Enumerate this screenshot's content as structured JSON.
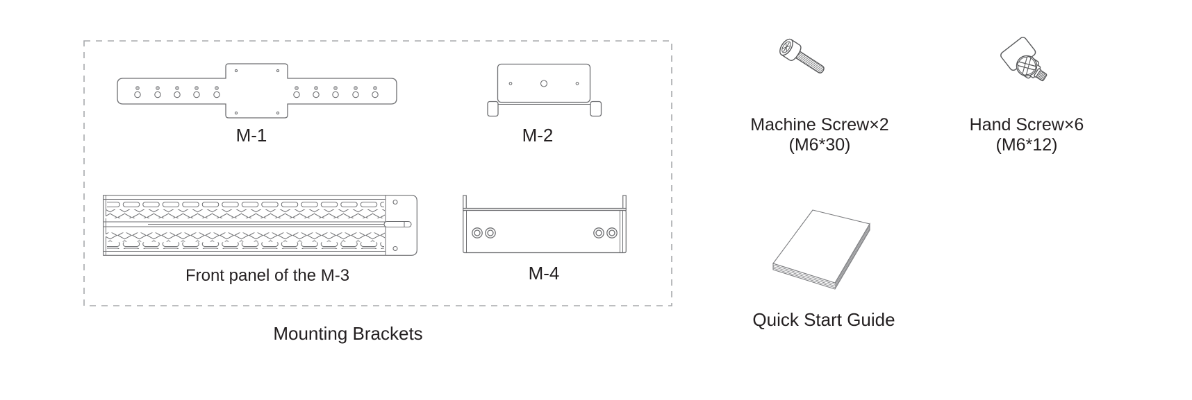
{
  "mounting_box": {
    "caption": "Mounting Brackets",
    "items": {
      "m1": "M-1",
      "m2": "M-2",
      "m3": "Front panel of the M-3",
      "m4": "M-4"
    }
  },
  "accessories": {
    "machine_screw": {
      "label": "Machine Screw×2",
      "spec": "(M6*30)"
    },
    "hand_screw": {
      "label": "Hand Screw×6",
      "spec": "(M6*12)"
    },
    "quick_start_guide": {
      "label": "Quick Start Guide"
    }
  },
  "colors": {
    "line_art": "#6d6e71",
    "screw_art": "#58595b",
    "text": "#231f20",
    "dashed_border": "#a7a9ac",
    "background": "#ffffff"
  }
}
